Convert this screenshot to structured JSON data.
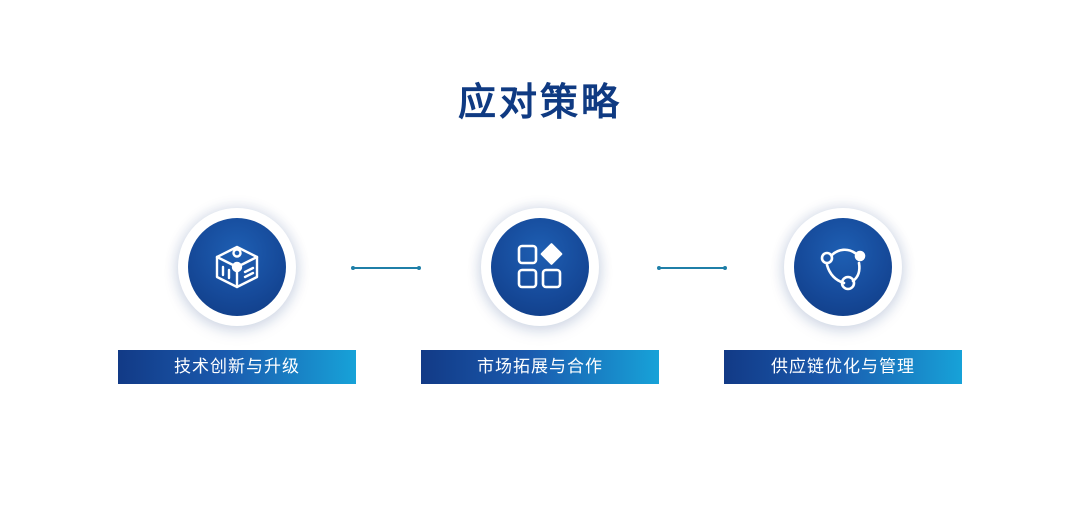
{
  "title": "应对策略",
  "steps": [
    {
      "label": "技术创新与升级",
      "icon": "cube-network-icon"
    },
    {
      "label": "市场拓展与合作",
      "icon": "app-grid-icon"
    },
    {
      "label": "供应链优化与管理",
      "icon": "share-nodes-icon"
    }
  ],
  "colors": {
    "title": "#0f3a82",
    "disc": "#164a9a",
    "label_gradient_start": "#123a86",
    "label_gradient_end": "#17a2d8",
    "connector": "#1f7fa8"
  }
}
